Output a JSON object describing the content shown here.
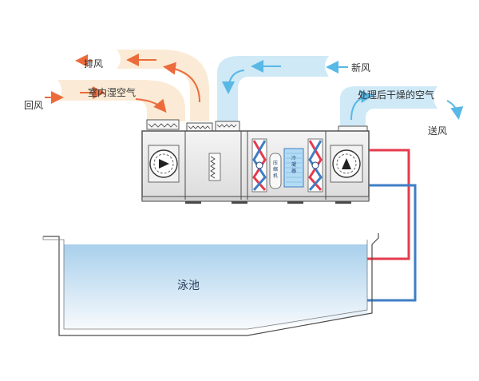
{
  "labels": {
    "exhaust_air": "排风",
    "indoor_humid_air": "室内湿空气",
    "return_air": "回风",
    "fresh_air": "新风",
    "treated_dry_air": "处理后干燥的空气",
    "supply_air": "送风",
    "pool": "泳池"
  },
  "unit_text": {
    "compressor": "压缩机",
    "condenser": "冷凝器"
  },
  "colors": {
    "warm_duct": "#fbebd6",
    "cool_duct": "#cfe9f7",
    "warm_arrow": "#ec6b3c",
    "cool_arrow": "#58b8e6",
    "hot_pipe": "#e53b4c",
    "cold_pipe": "#3f7ec4",
    "pool_water_top": "#b7d8ef",
    "pool_water_bottom": "#f5f9fd",
    "unit_casing": "#e9e9e9"
  },
  "icons": [
    "fan-icon",
    "filter-icon",
    "heat-exchanger-icon",
    "arrow-icon"
  ]
}
